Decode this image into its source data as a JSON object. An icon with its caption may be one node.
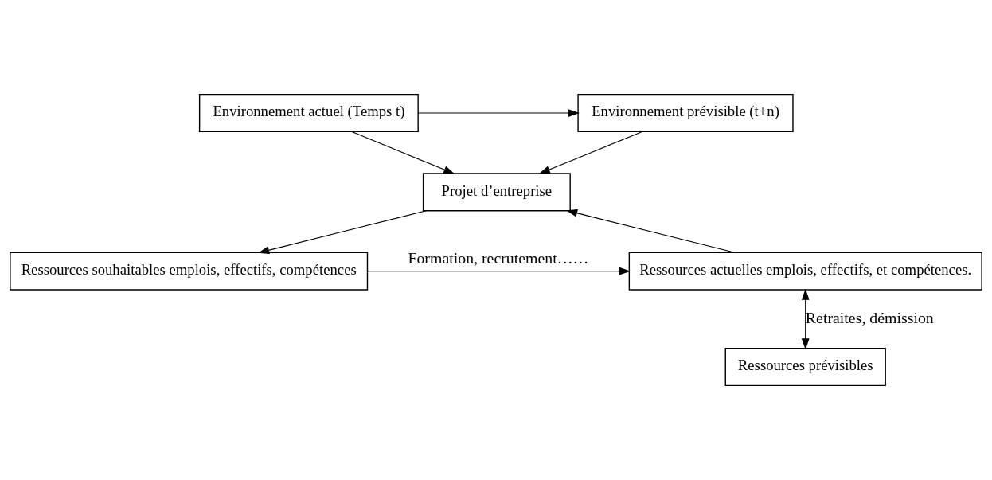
{
  "diagram": {
    "nodes": [
      {
        "text": [
          "Environnement actuel (Temps t)"
        ]
      },
      {
        "text": [
          "Environnement prévisible (t+n)"
        ]
      },
      {
        "text": [
          "Projet d’entreprise"
        ]
      },
      {
        "text": [
          "Ressources prévisibles"
        ]
      },
      {
        "text": [
          "Ressources actuelles emplois, effectifs, et compétences."
        ]
      },
      {
        "text": [
          "Ressources souhaitables emplois, effectifs, compétences"
        ]
      }
    ],
    "edges": [
      {
        "from": 0,
        "to": 1,
        "arrow": "to"
      },
      {
        "from": 0,
        "to": 2,
        "arrow": "to"
      },
      {
        "from": 1,
        "to": 2,
        "arrow": "to"
      },
      {
        "from": 4,
        "to": 2,
        "arrow": "to"
      },
      {
        "from": 2,
        "to": 5,
        "arrow": "to"
      },
      {
        "from": 4,
        "to": 3,
        "arrow": "both",
        "label": "Retraites, démission"
      },
      {
        "from": 5,
        "to": 4,
        "arrow": "to",
        "label": "Formation, recrutement……"
      }
    ]
  }
}
